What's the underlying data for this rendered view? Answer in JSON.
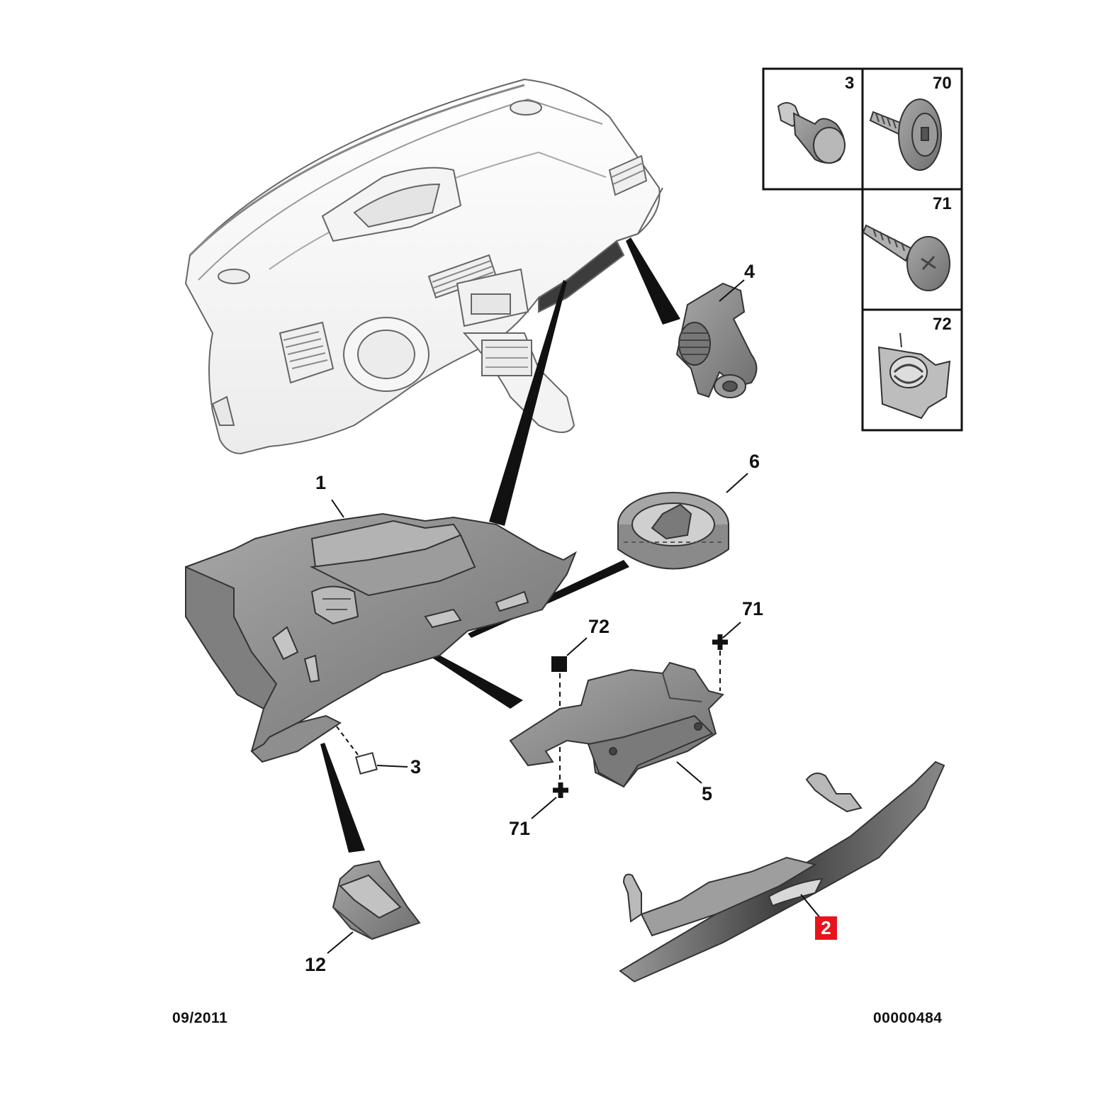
{
  "callouts": {
    "dashboard_fixing": "4",
    "glovebox": "1",
    "damper": "6",
    "bracket_screw_top": "71",
    "bracket_clip": "72",
    "clip_square": "3",
    "lock_bracket": "5",
    "bracket_screw_bottom": "71",
    "retaining_clip": "12",
    "handle": "2"
  },
  "fixings_panel": {
    "cells": [
      {
        "label": "3",
        "icon": "push-stud-icon"
      },
      {
        "label": "70",
        "icon": "flange-screw-icon"
      },
      {
        "label": "71",
        "icon": "self-tapping-screw-icon"
      },
      {
        "label": "72",
        "icon": "speed-nut-clip-icon"
      }
    ]
  },
  "footer": {
    "date": "09/2011",
    "reference": "00000484"
  },
  "colors": {
    "highlight": "#e8141b",
    "line": "#111111",
    "part_fill": "#8a8a8a",
    "part_dark": "#5a5a5a"
  }
}
